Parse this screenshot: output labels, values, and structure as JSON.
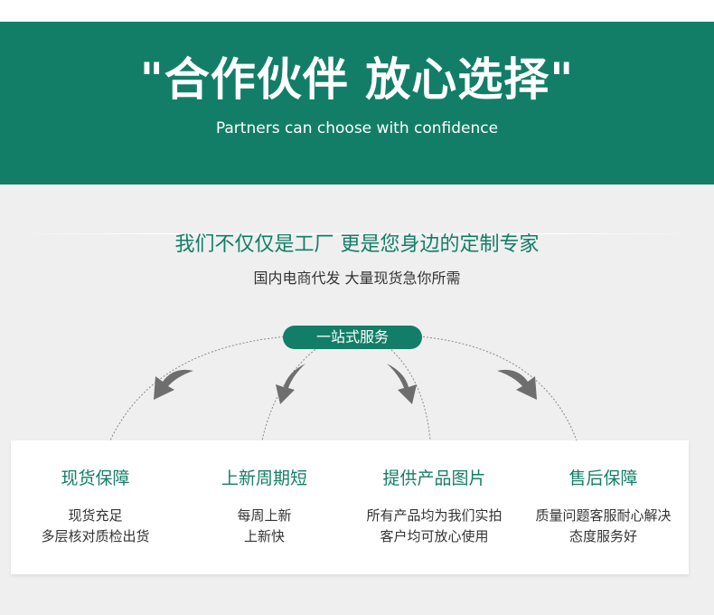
{
  "banner": {
    "title": "\"合作伙伴 放心选择\"",
    "subtitle": "Partners can choose with confidence"
  },
  "intro": {
    "title": "我们不仅仅是工厂 更是您身边的定制专家",
    "subtitle": "国内电商代发 大量现货急你所需"
  },
  "service_label": "一站式服务",
  "features": [
    {
      "title": "现货保障",
      "lines": [
        "现货充足",
        "多层核对质检出货"
      ],
      "icon": "curved-arrow-icon"
    },
    {
      "title": "上新周期短",
      "lines": [
        "每周上新",
        "上新快"
      ],
      "icon": "curved-arrow-icon"
    },
    {
      "title": "提供产品图片",
      "lines": [
        "所有产品均为我们实拍",
        "客户均可放心使用"
      ],
      "icon": "curved-arrow-icon"
    },
    {
      "title": "售后保障",
      "lines": [
        "质量问题客服耐心解决",
        "态度服务好"
      ],
      "icon": "curved-arrow-icon"
    }
  ],
  "colors": {
    "brand_green": "#137e67",
    "background": "#efefef",
    "arrow_gray": "#6e6e6e"
  }
}
